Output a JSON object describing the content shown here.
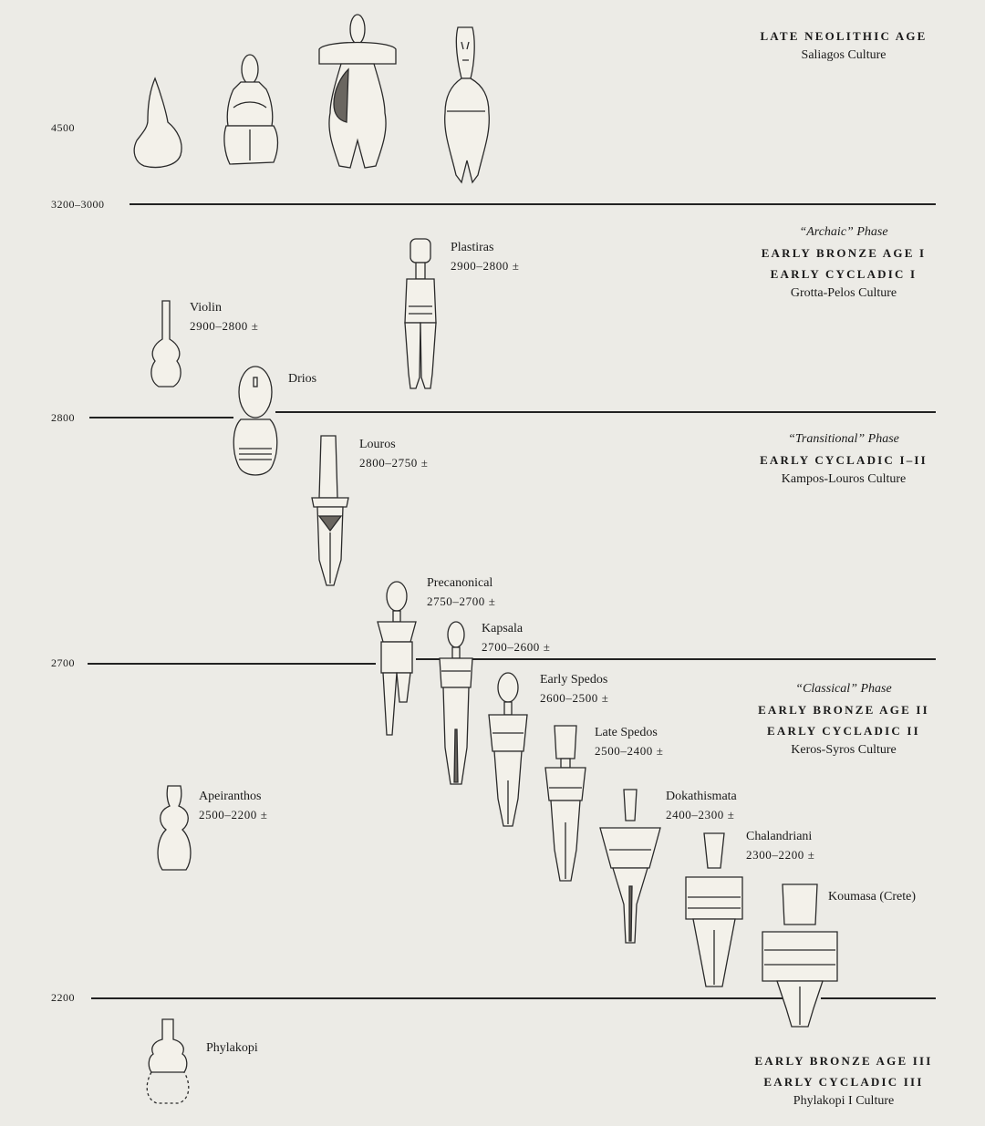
{
  "timeline": {
    "years": [
      "4500",
      "3200–3000",
      "2800",
      "2700",
      "2200"
    ]
  },
  "periods": {
    "late_neolithic": {
      "title": "LATE NEOLITHIC AGE",
      "culture": "Saliagos Culture"
    },
    "eb1": {
      "phase": "“Archaic” Phase",
      "line1": "EARLY BRONZE AGE I",
      "line2": "EARLY CYCLADIC I",
      "culture": "Grotta-Pelos Culture"
    },
    "transitional": {
      "phase": "“Transitional” Phase",
      "line1": "EARLY CYCLADIC I–II",
      "culture": "Kampos-Louros Culture"
    },
    "eb2": {
      "phase": "“Classical” Phase",
      "line1": "EARLY BRONZE AGE II",
      "line2": "EARLY CYCLADIC II",
      "culture": "Keros-Syros Culture"
    },
    "eb3": {
      "line1": "EARLY BRONZE AGE III",
      "line2": "EARLY CYCLADIC III",
      "culture": "Phylakopi I Culture"
    }
  },
  "figurines": {
    "plastiras": {
      "name": "Plastiras",
      "date": "2900–2800 ±"
    },
    "violin": {
      "name": "Violin",
      "date": "2900–2800 ±"
    },
    "drios": {
      "name": "Drios"
    },
    "louros": {
      "name": "Louros",
      "date": "2800–2750 ±"
    },
    "precanonical": {
      "name": "Precanonical",
      "date": "2750–2700 ±"
    },
    "kapsala": {
      "name": "Kapsala",
      "date": "2700–2600 ±"
    },
    "early_spedos": {
      "name": "Early Spedos",
      "date": "2600–2500 ±"
    },
    "late_spedos": {
      "name": "Late Spedos",
      "date": "2500–2400 ±"
    },
    "apeiranthos": {
      "name": "Apeiranthos",
      "date": "2500–2200 ±"
    },
    "dokathismata": {
      "name": "Dokathismata",
      "date": "2400–2300 ±"
    },
    "chalandriani": {
      "name": "Chalandriani",
      "date": "2300–2200 ±"
    },
    "koumasa": {
      "name": "Koumasa (Crete)"
    },
    "phylakopi": {
      "name": "Phylakopi"
    }
  }
}
